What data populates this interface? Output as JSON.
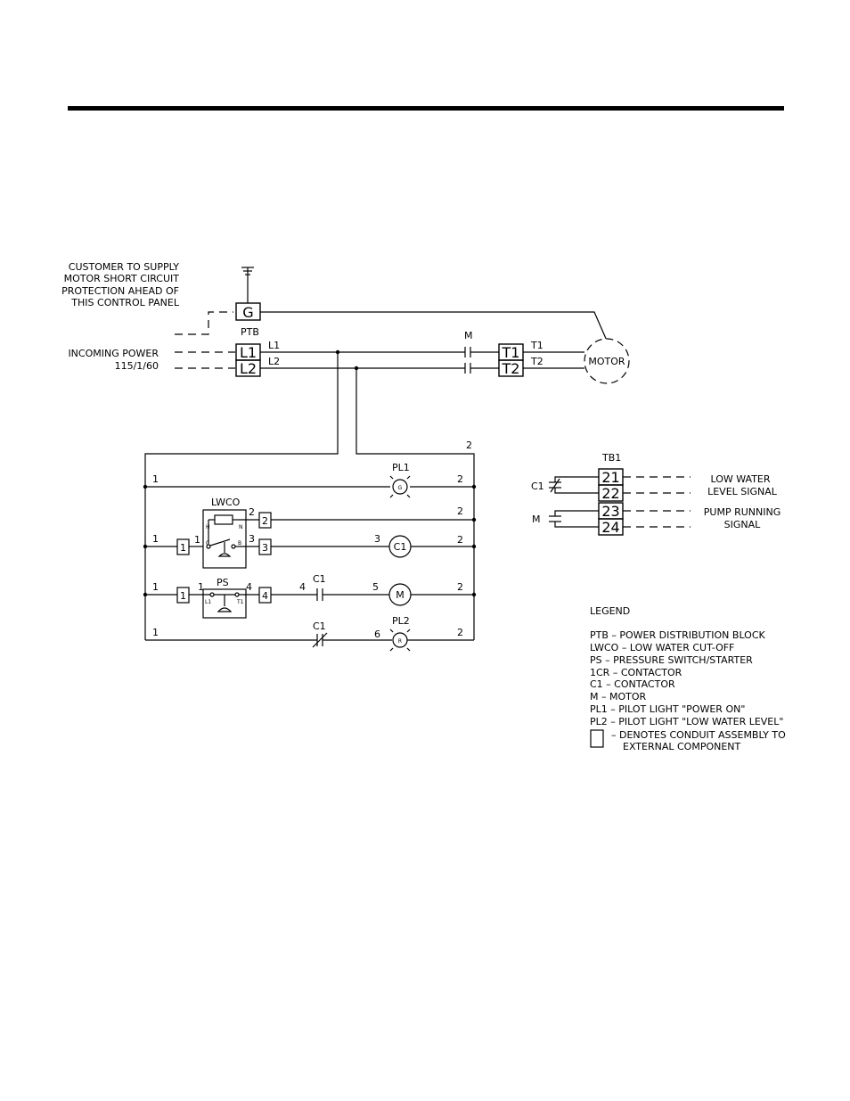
{
  "notes": {
    "customer": [
      "CUSTOMER TO SUPPLY",
      "MOTOR SHORT CIRCUIT",
      "PROTECTION AHEAD OF",
      "THIS CONTROL PANEL"
    ],
    "incoming_power": [
      "INCOMING POWER",
      "115/1/60"
    ]
  },
  "ptb": {
    "label": "PTB",
    "terminals": [
      "G",
      "L1",
      "L2"
    ],
    "wire_labels": [
      "L1",
      "L2"
    ]
  },
  "motor": {
    "contact_label": "M",
    "terminals": [
      "T1",
      "T2"
    ],
    "wire_labels": [
      "T1",
      "T2"
    ],
    "label": "MOTOR"
  },
  "ladder": {
    "top_wire": "2",
    "rung1": {
      "left": "1",
      "right": "2",
      "light_label": "PL1",
      "light_letter": "G"
    },
    "lwco": {
      "label": "LWCO",
      "terminals": [
        "1",
        "2",
        "3"
      ],
      "wires": [
        "1",
        "1",
        "2",
        "3",
        "3",
        "2",
        "2"
      ],
      "switch_marks": [
        "H",
        "N",
        "C",
        "B"
      ],
      "coil": "C1"
    },
    "rung_ps": {
      "label": "PS",
      "terminals": [
        "1",
        "4"
      ],
      "wires": [
        "1",
        "1",
        "4",
        "4",
        "5",
        "2"
      ],
      "switch_marks": [
        "L1",
        "T1"
      ],
      "contact": "C1",
      "coil": "M"
    },
    "rung_pl2": {
      "left": "1",
      "contact": "C1",
      "wire": "6",
      "right": "2",
      "light_label": "PL2",
      "light_letter": "R"
    }
  },
  "tb1": {
    "label": "TB1",
    "terminals": [
      "21",
      "22",
      "23",
      "24"
    ],
    "contacts": [
      "C1",
      "M"
    ],
    "signals": [
      [
        "LOW WATER",
        "LEVEL SIGNAL"
      ],
      [
        "PUMP RUNNING",
        "SIGNAL"
      ]
    ]
  },
  "legend": {
    "title": "LEGEND",
    "items": [
      "PTB – POWER DISTRIBUTION BLOCK",
      "LWCO – LOW WATER CUT-OFF",
      "PS – PRESSURE SWITCH/STARTER",
      "1CR – CONTACTOR",
      "C1 – CONTACTOR",
      "M – MOTOR",
      "PL1 – PILOT LIGHT \"POWER ON\"",
      "PL2 – PILOT LIGHT \"LOW WATER LEVEL\""
    ],
    "box_note": [
      "– DENOTES CONDUIT ASSEMBLY TO",
      "EXTERNAL COMPONENT"
    ]
  }
}
